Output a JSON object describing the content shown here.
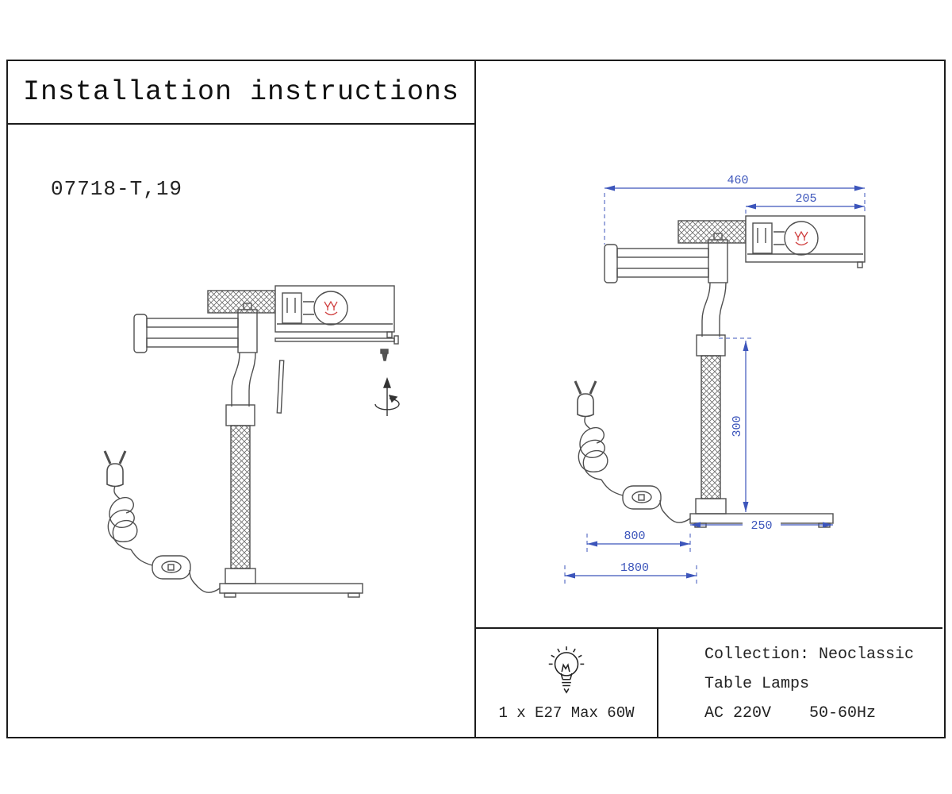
{
  "title": "Installation instructions",
  "model": "07718-T,19",
  "dimensions": {
    "overall_width": "460",
    "shade_width": "205",
    "column_height": "300",
    "base_width": "250",
    "cord_segment": "800",
    "cord_total": "1800"
  },
  "spec": {
    "bulb_label": "1 x E27 Max 60W",
    "collection": "Collection: Neoclassic",
    "category": "Table Lamps",
    "power": "AC 220V    50-60Hz"
  },
  "icons": {
    "bulb": "light-bulb-icon",
    "plug": "power-plug-icon",
    "switch": "inline-switch-icon",
    "rotate": "rotation-arrow-icon"
  },
  "colors": {
    "line": "#4f4f4f",
    "dimension_blue": "#3c55bb",
    "filament_red": "#d04040",
    "border": "#1c1c1c"
  }
}
